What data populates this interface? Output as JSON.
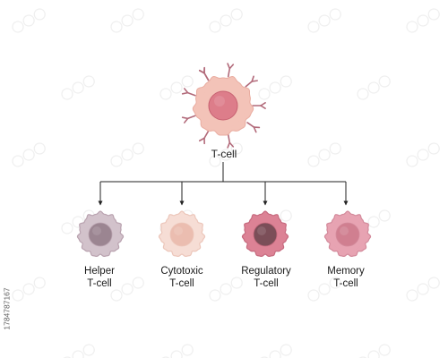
{
  "root": {
    "label": "T-cell",
    "icon": "t-cell-with-receptors-icon",
    "colors": {
      "membrane": "#f3c3b8",
      "membrane_edge": "#e9aca0",
      "nucleus": "#dd7d8a",
      "nucleus_edge": "#c86272",
      "receptor": "#b26a7a"
    }
  },
  "children": [
    {
      "line1": "Helper",
      "line2": "T-cell",
      "icon": "helper-t-cell-icon",
      "colors": {
        "membrane": "#d2c2cb",
        "edge": "#b9a2af",
        "nucleus": "#9b8591"
      }
    },
    {
      "line1": "Cytotoxic",
      "line2": "T-cell",
      "icon": "cytotoxic-t-cell-icon",
      "colors": {
        "membrane": "#f6ddd5",
        "edge": "#ecc6ba",
        "nucleus": "#ebbdb0"
      }
    },
    {
      "line1": "Regulatory",
      "line2": "T-cell",
      "icon": "regulatory-t-cell-icon",
      "colors": {
        "membrane": "#dc8295",
        "edge": "#c66a7e",
        "nucleus": "#7b4e58"
      }
    },
    {
      "line1": "Memory",
      "line2": "T-cell",
      "icon": "memory-t-cell-icon",
      "colors": {
        "membrane": "#e7a3b2",
        "edge": "#d38a9b",
        "nucleus": "#d07f90"
      }
    }
  ],
  "image_id": "1784787167",
  "connector_color": "#222222"
}
